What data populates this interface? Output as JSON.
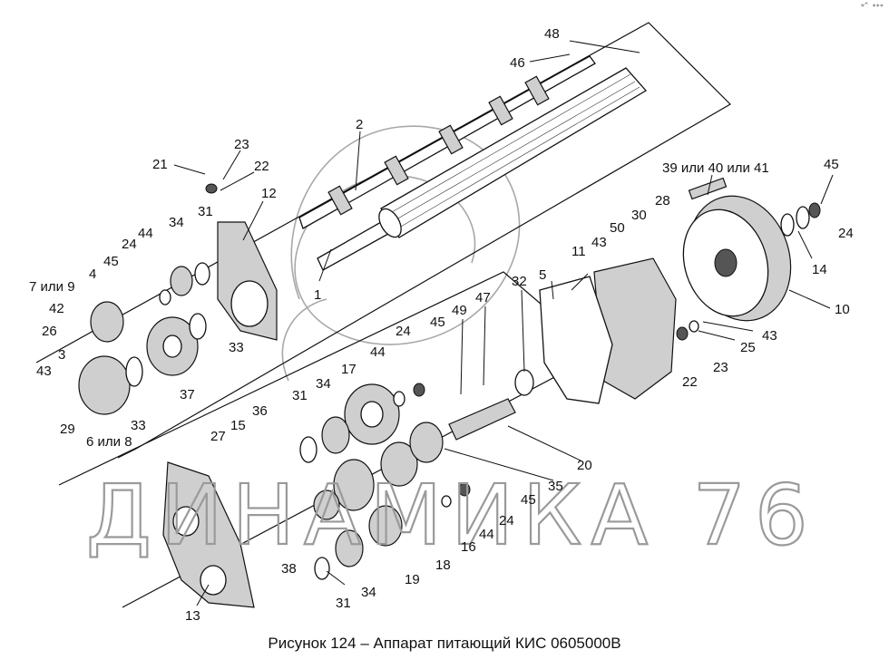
{
  "caption": "Рисунок 124 – Аппарат питающий КИС 0605000В",
  "watermark": "ДИНАМИКА 76",
  "corner_mark": "»^ ∗∗∗",
  "callouts": [
    "48",
    "46",
    "2",
    "1",
    "21",
    "23",
    "22",
    "12",
    "34",
    "31",
    "44",
    "24",
    "45",
    "4",
    "7 или 9",
    "42",
    "26",
    "3",
    "43",
    "29",
    "6 или 8",
    "33",
    "37",
    "33",
    "39 или 40 или 41",
    "45",
    "24",
    "14",
    "10",
    "28",
    "30",
    "50",
    "43",
    "11",
    "5",
    "32",
    "47",
    "49",
    "45",
    "24",
    "44",
    "17",
    "34",
    "31",
    "36",
    "15",
    "27",
    "20",
    "35",
    "45",
    "24",
    "44",
    "16",
    "18",
    "19",
    "38",
    "31",
    "34",
    "13",
    "43",
    "25",
    "23",
    "22"
  ],
  "colors": {
    "ink": "#111111",
    "watermark": "#9a9a9a",
    "background": "#ffffff"
  }
}
